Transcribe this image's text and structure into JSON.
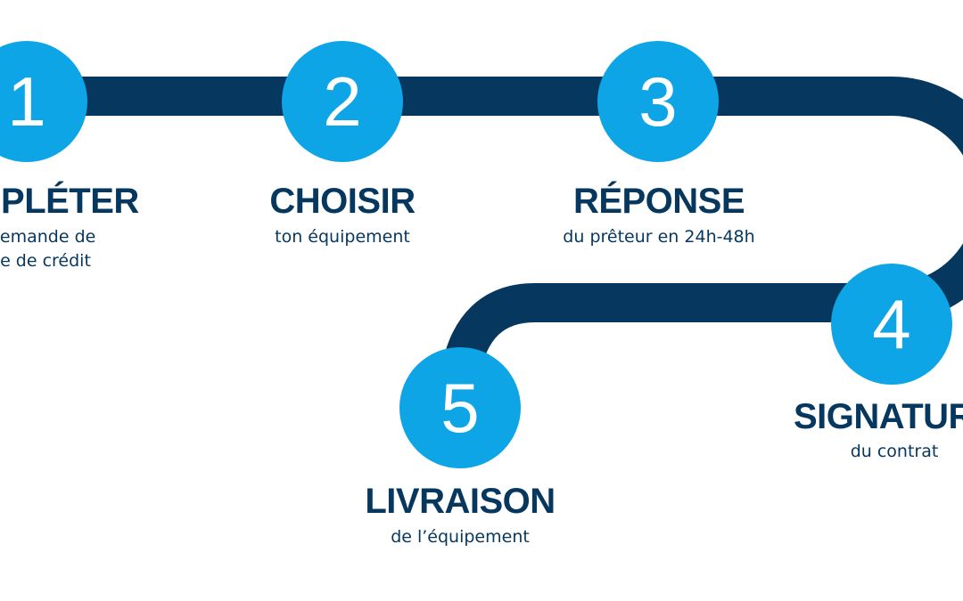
{
  "colors": {
    "path": "#06375f",
    "circle": "#0ea5e6",
    "number": "#ffffff",
    "text": "#06375f",
    "background": "#ffffff"
  },
  "steps": [
    {
      "number": "1",
      "title": "MPLÉTER",
      "desc_line1": "lemande de",
      "desc_line2": "e de crédit"
    },
    {
      "number": "2",
      "title": "CHOISIR",
      "desc_line1": "ton équipement"
    },
    {
      "number": "3",
      "title": "RÉPONSE",
      "desc_line1": "du prêteur en 24h-48h"
    },
    {
      "number": "4",
      "title": "SIGNATUR",
      "desc_line1": "du contrat"
    },
    {
      "number": "5",
      "title": "LIVRAISON",
      "desc_line1": "de l’équipement"
    }
  ]
}
